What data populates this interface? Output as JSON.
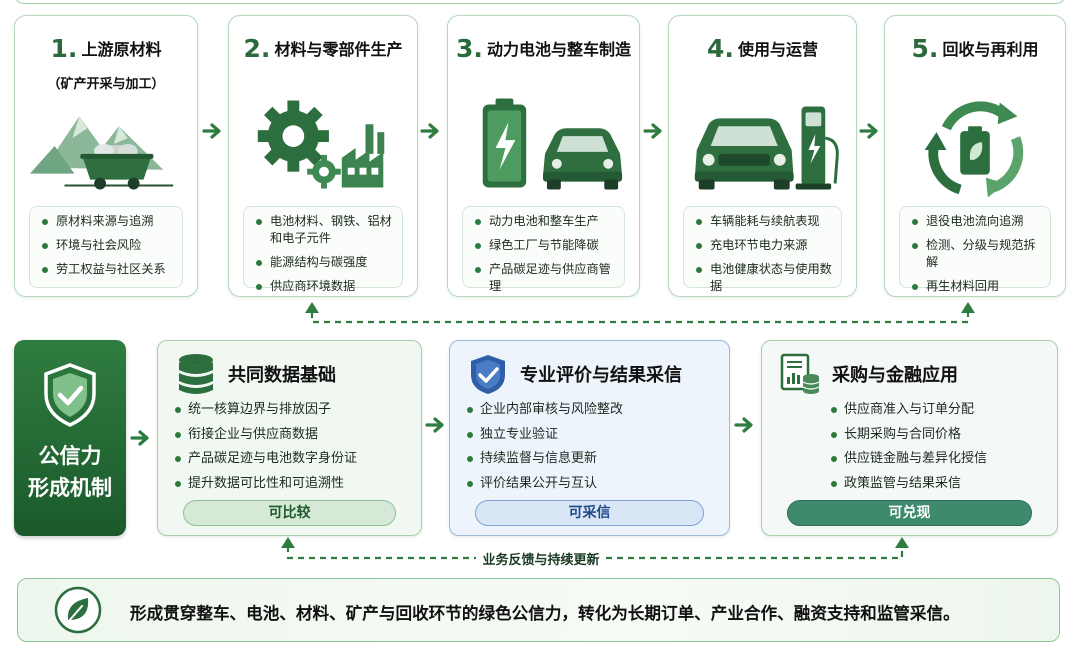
{
  "stages": [
    {
      "num": "1.",
      "title": "上游原材料",
      "subtitle": "（矿产开采与加工）",
      "icon": "mining-cart-icon",
      "items": [
        "原材料来源与追溯",
        "环境与社会风险",
        "劳工权益与社区关系"
      ]
    },
    {
      "num": "2.",
      "title": "材料与零部件生产",
      "icon": "gear-factory-icon",
      "items": [
        "电池材料、钢铁、铝材和电子元件",
        "能源结构与碳强度",
        "供应商环境数据"
      ]
    },
    {
      "num": "3.",
      "title": "动力电池与整车制造",
      "icon": "battery-car-icon",
      "items": [
        "动力电池和整车生产",
        "绿色工厂与节能降碳",
        "产品碳足迹与供应商管理"
      ]
    },
    {
      "num": "4.",
      "title": "使用与运营",
      "icon": "car-charging-icon",
      "items": [
        "车辆能耗与续航表现",
        "充电环节电力来源",
        "电池健康状态与使用数据"
      ]
    },
    {
      "num": "5.",
      "title": "回收与再利用",
      "icon": "recycle-battery-icon",
      "items": [
        "退役电池流向追溯",
        "检测、分级与规范拆解",
        "再生材料回用"
      ]
    }
  ],
  "mechanism": {
    "line1": "公信力",
    "line2": "形成机制",
    "icon": "shield-check-icon"
  },
  "boxes": [
    {
      "title": "共同数据基础",
      "icon": "database-icon",
      "items": [
        "统一核算边界与排放因子",
        "衔接企业与供应商数据",
        "产品碳足迹与电池数字身份证",
        "提升数据可比性和可追溯性"
      ],
      "badge": "可比较"
    },
    {
      "title": "专业评价与结果采信",
      "icon": "shield-check-icon",
      "items": [
        "企业内部审核与风险整改",
        "独立专业验证",
        "持续监督与信息更新",
        "评价结果公开与互认"
      ],
      "badge": "可采信"
    },
    {
      "title": "采购与金融应用",
      "icon": "report-database-icon",
      "items": [
        "供应商准入与订单分配",
        "长期采购与合同价格",
        "供应链金融与差异化授信",
        "政策监管与结果采信"
      ],
      "badge": "可兑现"
    }
  ],
  "feedback": "业务反馈与持续更新",
  "conclusion": {
    "icon": "leaf-icon",
    "text": "形成贯穿整车、电池、材料、矿产与回收环节的绿色公信力，转化为长期订单、产业合作、融资支持和监管采信。"
  },
  "colors": {
    "primary": "#2a6a3b",
    "dark": "#1b5a2b",
    "border": "#b7d8bb",
    "blue": "#2f5ea8"
  }
}
